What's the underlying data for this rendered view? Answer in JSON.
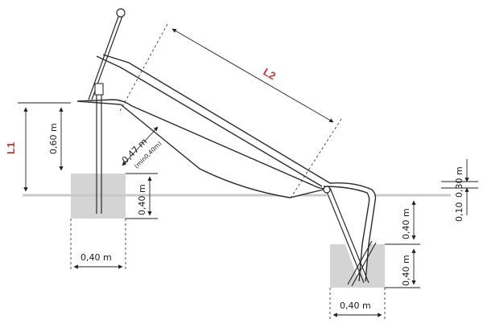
{
  "labels": {
    "l1": "L1",
    "l2": "L2",
    "h_060": "0,60 m",
    "h_040_left": "0,40 m",
    "w_040_left": "0,40 m",
    "d_047": "0,47 m",
    "d_047_min": "(min0,40m)",
    "r_030": "0,30 m",
    "r_010": "0,10",
    "r_040_upper": "0,40 m",
    "r_040_lower": "0,40 m",
    "w_040_right": "0,40 m"
  },
  "colors": {
    "ground": "#c9c9c9",
    "foundation": "#d4d4d4",
    "accent": "#c0392b",
    "stroke": "#222222"
  }
}
